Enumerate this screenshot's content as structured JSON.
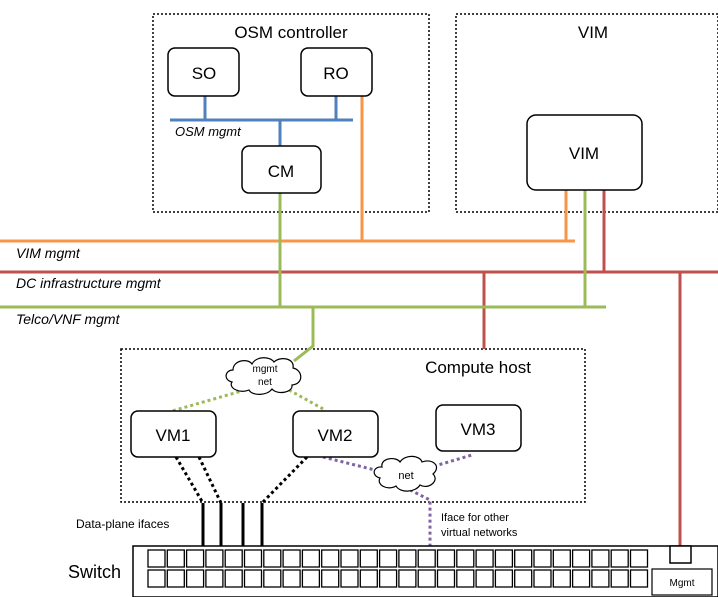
{
  "boxes": {
    "osm_controller": "OSM controller",
    "vim_region": "VIM",
    "compute_host": "Compute host"
  },
  "nodes": {
    "so": "SO",
    "ro": "RO",
    "cm": "CM",
    "vim": "VIM",
    "vm1": "VM1",
    "vm2": "VM2",
    "vm3": "VM3",
    "mgmt_net": [
      "mgmt",
      "net"
    ],
    "net": "net",
    "switch": "Switch",
    "mgmt_port": "Mgmt"
  },
  "networks": {
    "osm_mgmt": "OSM mgmt",
    "vim_mgmt": "VIM mgmt",
    "dc_infra_mgmt": "DC infrastructure mgmt",
    "telco_vnf_mgmt": "Telco/VNF mgmt"
  },
  "annotations": {
    "data_plane": "Data-plane ifaces",
    "iface_other": [
      "Iface for other",
      "virtual networks"
    ]
  },
  "colors": {
    "osm_mgmt": "#4f81bd",
    "vim_mgmt": "#f79646",
    "dc_infra": "#c0504d",
    "telco": "#9bbb59",
    "virtual_net": "#8064a2",
    "data_plane": "#000000"
  }
}
